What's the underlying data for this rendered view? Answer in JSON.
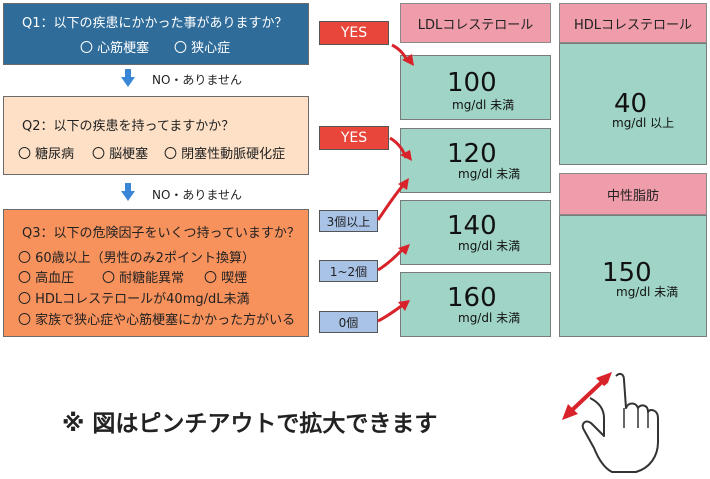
{
  "q1": {
    "title": "Q1：以下の疾患にかかった事がありますか？",
    "options": [
      "〇 心筋梗塞",
      "〇 狭心症"
    ]
  },
  "connector1": "NO・ありません",
  "q2": {
    "title": "Q2：以下の疾患を持ってますかか？",
    "options": [
      "〇 糖尿病",
      "〇 脳梗塞",
      "〇 閉塞性動脈硬化症"
    ]
  },
  "connector2": "NO・ありません",
  "q3": {
    "title": "Q3：以下の危険因子をいくつ持っていますか？",
    "lines": [
      "〇 60歳以上（男性のみ2ポイント換算）",
      "〇 高血圧",
      "〇 耐糖能異常",
      "〇 喫煙",
      "〇 HDLコレステロールが40mg/dL未満",
      "〇 家族で狭心症や心筋梗塞にかかった方がいる"
    ]
  },
  "tags": {
    "yes1": "YES",
    "yes2": "YES",
    "count3": "3個以上",
    "count12": "1~2個",
    "count0": "0個"
  },
  "ldl": {
    "header": "LDLコレステロール",
    "values": [
      {
        "number": "100",
        "unit": "mg/dl 未満"
      },
      {
        "number": "120",
        "unit": "mg/dl 未満"
      },
      {
        "number": "140",
        "unit": "mg/dl 未満"
      },
      {
        "number": "160",
        "unit": "mg/dl 未満"
      }
    ]
  },
  "hdl": {
    "header": "HDLコレステロール",
    "number": "40",
    "unit": "mg/dl 以上"
  },
  "tg": {
    "header": "中性脂肪",
    "number": "150",
    "unit": "mg/dl 未満"
  },
  "footer": "※ 図はピンチアウトで拡大できます",
  "colors": {
    "q1_fill": "#2f6c9a",
    "q2_fill": "#fde0c6",
    "q3_fill": "#f8925d",
    "yes_fill": "#e8463b",
    "count_fill": "#a9c3e6",
    "header_fill": "#ef9daa",
    "value_fill": "#9fd4c6",
    "arrow_red": "#d9232b",
    "arrow_blue": "#3a86d6"
  },
  "icons": [
    "down-arrow-icon",
    "red-arrow-icon",
    "pinch-hand-icon",
    "resize-arrow-icon"
  ]
}
